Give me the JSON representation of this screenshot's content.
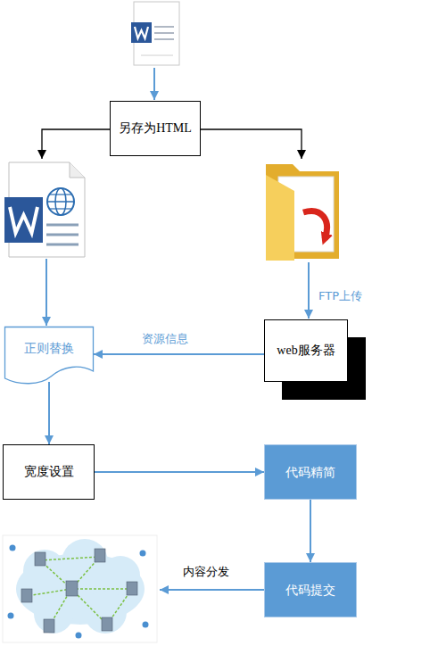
{
  "diagram": {
    "nodes": [
      {
        "text": [
          "另存为HTML"
        ]
      },
      {
        "text": [
          "正则替换"
        ]
      },
      {
        "text": [
          "web服务器"
        ]
      },
      {
        "text": [
          "宽度设置"
        ]
      },
      {
        "text": [
          "代码精简"
        ]
      },
      {
        "text": [
          "代码提交"
        ]
      }
    ],
    "edges": [
      {
        "from": 2,
        "to": 1,
        "arrow": "to",
        "label": "资源信息"
      },
      {
        "from": 1,
        "to": 3,
        "arrow": "to"
      },
      {
        "from": 3,
        "to": 4,
        "arrow": "to"
      },
      {
        "from": 4,
        "to": 5,
        "arrow": "to"
      }
    ],
    "labels": [
      "FTP上传",
      "内容分发"
    ]
  }
}
